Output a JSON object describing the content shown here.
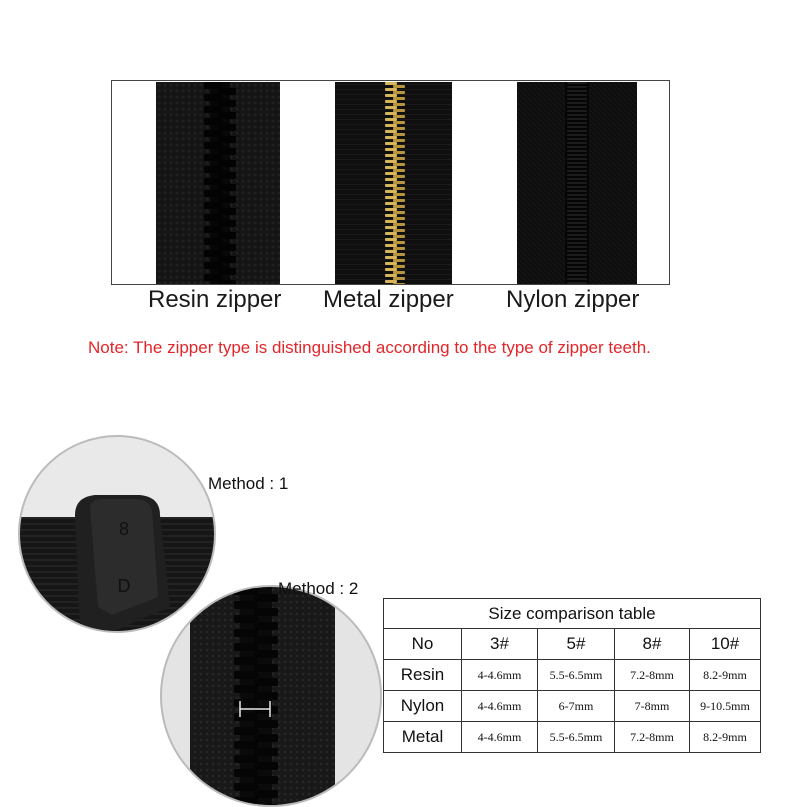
{
  "zippers": [
    {
      "label": "Resin zipper",
      "teeth_color": "#050505"
    },
    {
      "label": "Metal zipper",
      "teeth_color": "#d8b45a"
    },
    {
      "label": "Nylon zipper",
      "teeth_color": "#050505"
    }
  ],
  "note": "Note: The zipper type is distinguished according to the type of zipper teeth.",
  "note_color": "#e3262a",
  "methods": {
    "method1": "Method : 1",
    "method2": "Method : 2",
    "slider_mark_top": "8",
    "slider_mark_bottom": "D"
  },
  "size_table": {
    "title": "Size comparison table",
    "headers": [
      "No",
      "3#",
      "5#",
      "8#",
      "10#"
    ],
    "rows": [
      {
        "label": "Resin",
        "values": [
          "4-4.6mm",
          "5.5-6.5mm",
          "7.2-8mm",
          "8.2-9mm"
        ]
      },
      {
        "label": "Nylon",
        "values": [
          "4-4.6mm",
          "6-7mm",
          "7-8mm",
          "9-10.5mm"
        ]
      },
      {
        "label": "Metal",
        "values": [
          "4-4.6mm",
          "5.5-6.5mm",
          "7.2-8mm",
          "8.2-9mm"
        ]
      }
    ]
  }
}
